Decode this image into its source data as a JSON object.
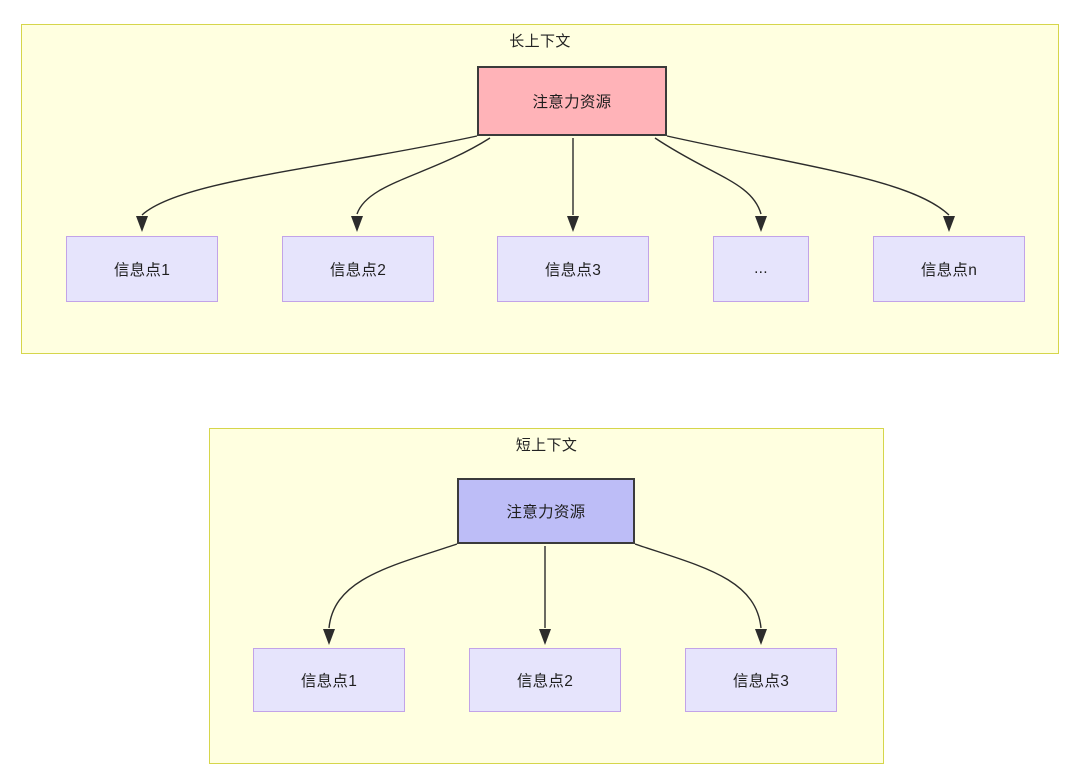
{
  "diagram": {
    "title": "",
    "panels": [
      {
        "id": "long-context",
        "title": "长上下文",
        "root": {
          "label": "注意力资源",
          "fill": "#FFB3B8",
          "stroke": "#3B3B3B"
        },
        "children": [
          {
            "label": "信息点1"
          },
          {
            "label": "信息点2"
          },
          {
            "label": "信息点3"
          },
          {
            "label": "..."
          },
          {
            "label": "信息点n"
          }
        ],
        "panel_fill": "#FFFFE0",
        "panel_stroke": "#D6D64B",
        "child_fill": "#E6E4FC",
        "child_stroke": "#C2A3E8"
      },
      {
        "id": "short-context",
        "title": "短上下文",
        "root": {
          "label": "注意力资源",
          "fill": "#BDBDF7",
          "stroke": "#3B3B3B"
        },
        "children": [
          {
            "label": "信息点1"
          },
          {
            "label": "信息点2"
          },
          {
            "label": "信息点3"
          }
        ],
        "panel_fill": "#FFFFE0",
        "panel_stroke": "#D6D64B",
        "child_fill": "#E6E4FC",
        "child_stroke": "#C2A3E8"
      }
    ],
    "edge_color": "#2C2C2C"
  }
}
